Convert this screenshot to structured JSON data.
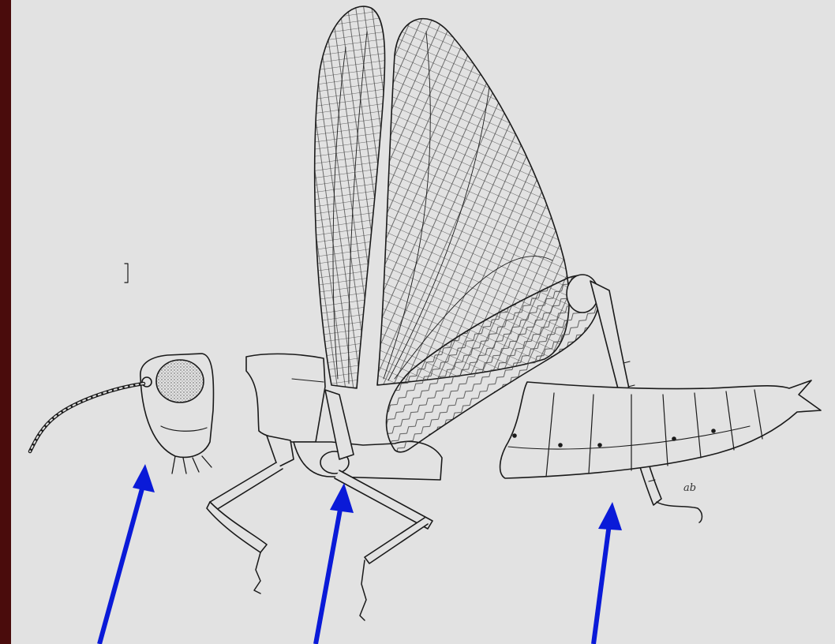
{
  "figure": {
    "subject": "grasshopper",
    "view": "lateral",
    "arrows": [
      {
        "target": "head",
        "color": "#0a1ad8"
      },
      {
        "target": "thorax",
        "color": "#0a1ad8"
      },
      {
        "target": "abdomen",
        "color": "#0a1ad8"
      }
    ],
    "artist_mark": "ab",
    "colors": {
      "background": "#e2e2e2",
      "border": "#4a0c0c",
      "ink": "#1a1a1a",
      "arrow": "#0a1ad8"
    }
  }
}
